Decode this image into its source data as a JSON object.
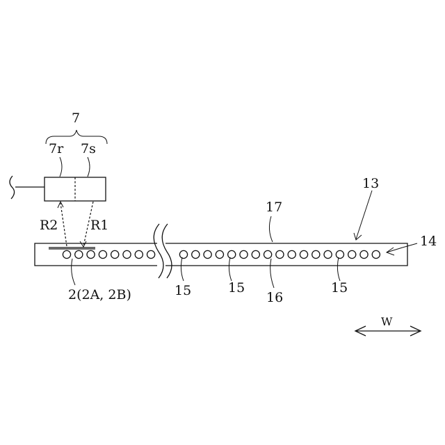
{
  "labels": {
    "sensor": "7",
    "receiver": "7r",
    "source": "7s",
    "reflect_2": "R2",
    "reflect_1": "R1",
    "target": "2(2A, 2B)",
    "belt": "13",
    "end": "14",
    "top": "17",
    "mid": "16",
    "hole_a": "15",
    "hole_b": "15",
    "hole_c": "15",
    "direction": "W"
  }
}
